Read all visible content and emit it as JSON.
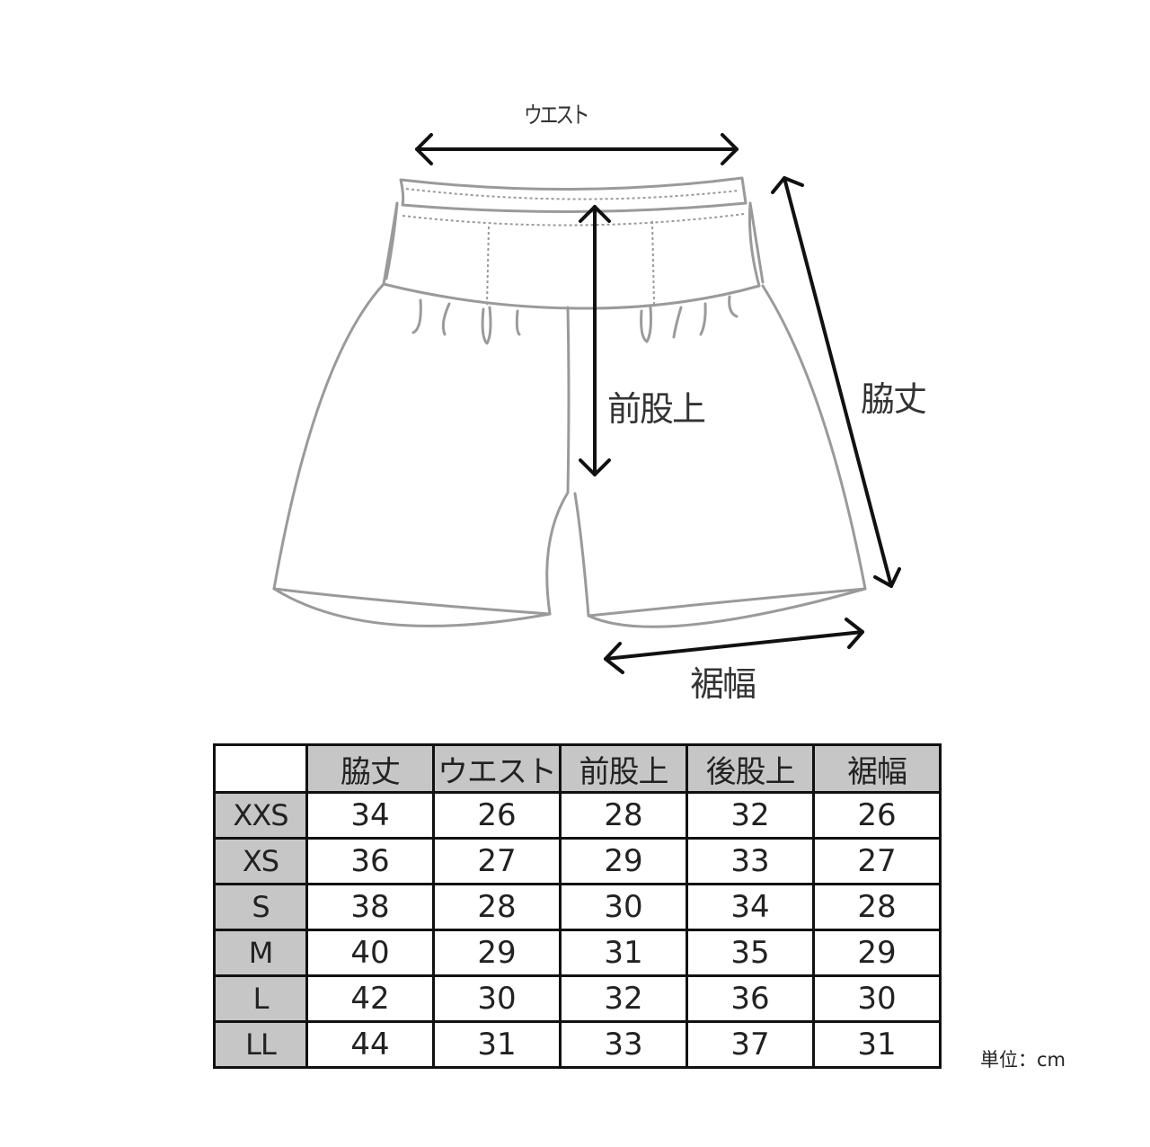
{
  "diagram": {
    "garment": "shorts",
    "labels": {
      "waist": "ウエスト",
      "front_rise": "前股上",
      "side_length": "脇丈",
      "hem_width": "裾幅"
    },
    "colors": {
      "outline": "#9a9a9a",
      "arrow": "#111111"
    }
  },
  "table": {
    "corner": "",
    "columns": [
      "脇丈",
      "ウエスト",
      "前股上",
      "後股上",
      "裾幅"
    ],
    "rows": [
      {
        "size": "XXS",
        "values": [
          "34",
          "26",
          "28",
          "32",
          "26"
        ]
      },
      {
        "size": "XS",
        "values": [
          "36",
          "27",
          "29",
          "33",
          "27"
        ]
      },
      {
        "size": "S",
        "values": [
          "38",
          "28",
          "30",
          "34",
          "28"
        ]
      },
      {
        "size": "M",
        "values": [
          "40",
          "29",
          "31",
          "35",
          "29"
        ]
      },
      {
        "size": "L",
        "values": [
          "42",
          "30",
          "32",
          "36",
          "30"
        ]
      },
      {
        "size": "LL",
        "values": [
          "44",
          "31",
          "33",
          "37",
          "31"
        ]
      }
    ],
    "header_bg": "#c6c6c6",
    "unit": "単位：cm"
  }
}
